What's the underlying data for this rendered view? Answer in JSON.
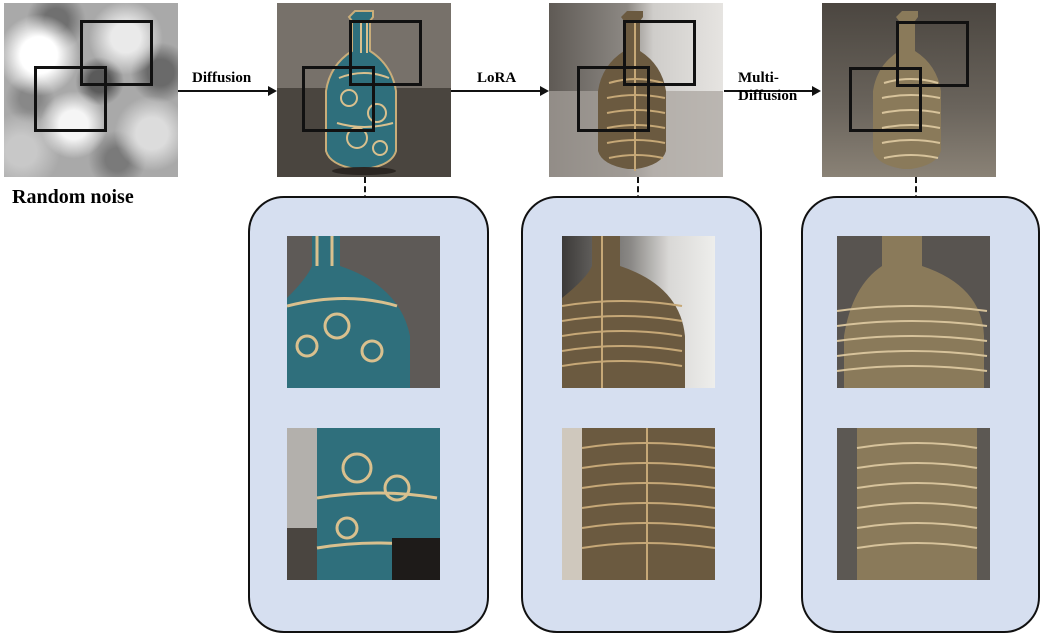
{
  "labels": {
    "random_noise": "Random noise",
    "diffusion": "Diffusion",
    "lora": "LoRA",
    "multi_diffusion_line1": "Multi-",
    "multi_diffusion_line2": "Diffusion"
  },
  "colors": {
    "panel_fill": "#d6dff0",
    "outline": "#111111",
    "vase_body": "#8a7a5a",
    "vase_teal": "#2f6f7c",
    "vase_gold": "#c9ad7a"
  },
  "images": {
    "noise": "random-noise-texture",
    "diffusion_vase": "vase-teal-gold-ornate",
    "lora_vase": "vase-brown-meander",
    "multidiffusion_vase": "vase-brown-meander-consistent"
  }
}
